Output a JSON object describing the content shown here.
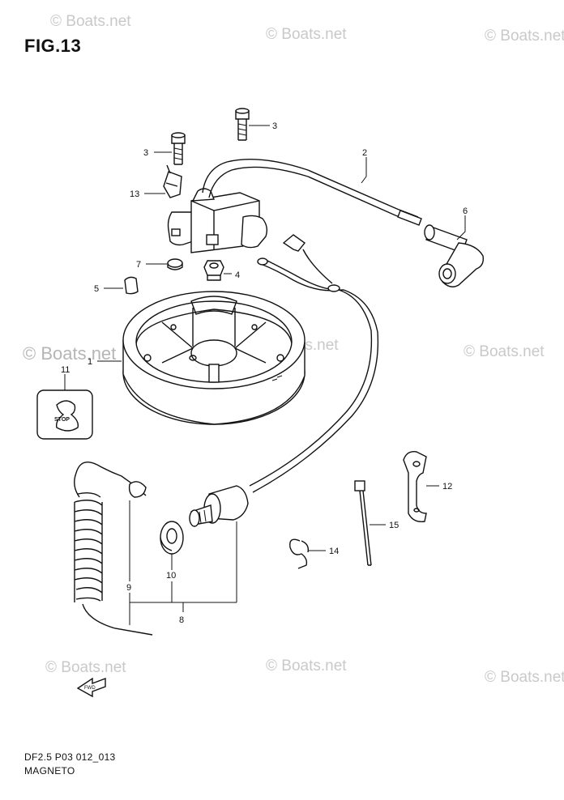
{
  "figure": {
    "title": "FIG.13",
    "code": "DF2.5 P03 012_013",
    "name": "MAGNETO"
  },
  "watermarks": [
    "© Boats.net",
    "© Boats.net",
    "© Boats.net",
    "© Boats.net",
    "© Boats.net",
    "© Boats.net",
    "© Boats.net",
    "© Boats.net",
    "© Boats.net"
  ],
  "parts": {
    "callouts": [
      "1",
      "2",
      "3",
      "3",
      "4",
      "5",
      "6",
      "7",
      "8",
      "9",
      "10",
      "11",
      "12",
      "13",
      "14",
      "15"
    ],
    "stop_label": "STOP",
    "fwd_label": "FWD"
  }
}
